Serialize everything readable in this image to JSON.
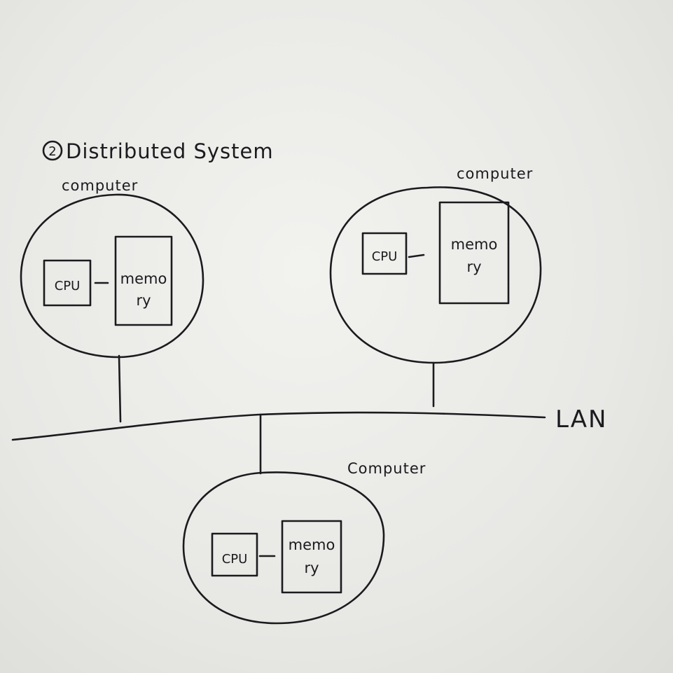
{
  "title": {
    "number": "2",
    "text": "Distributed System"
  },
  "network": {
    "label": "LAN"
  },
  "nodes": [
    {
      "label": "computer",
      "cpu": "CPU",
      "memory_line1": "memo",
      "memory_line2": "ry"
    },
    {
      "label": "computer",
      "cpu": "CPU",
      "memory_line1": "memo",
      "memory_line2": "ry"
    },
    {
      "label": "Computer",
      "cpu": "CPU",
      "memory_line1": "memo",
      "memory_line2": "ry"
    }
  ]
}
